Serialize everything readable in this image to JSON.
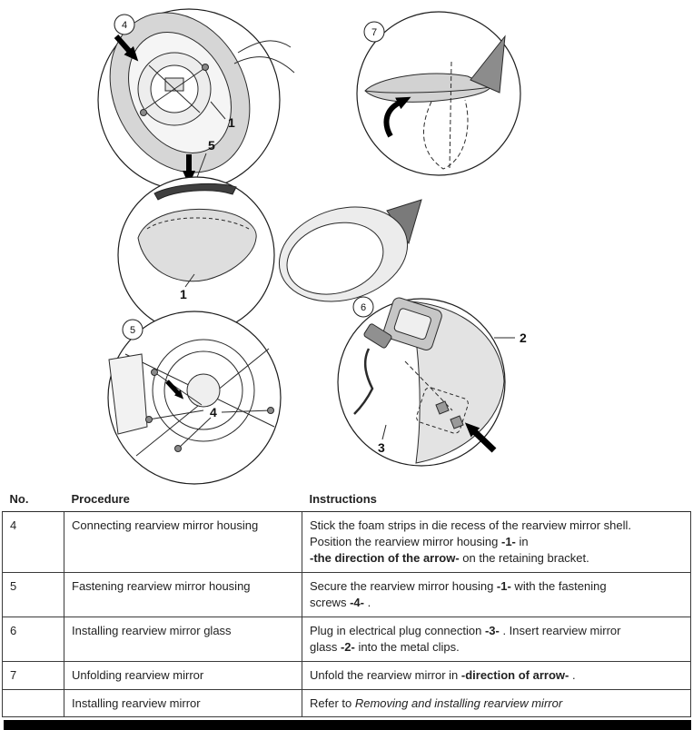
{
  "figure": {
    "callouts": {
      "step4": "4",
      "step5": "5",
      "step6": "6",
      "step7": "7"
    },
    "part_labels": {
      "housing_upper": "1",
      "foam_strip": "5",
      "housing_lower": "1",
      "screws": "4",
      "glass": "2",
      "plug": "3"
    }
  },
  "table": {
    "headers": {
      "no": "No.",
      "procedure": "Procedure",
      "instructions": "Instructions"
    },
    "rows": [
      {
        "no": "4",
        "procedure": "Connecting rearview mirror housing",
        "seg": {
          "a": "Stick the foam strips in die recess of the rearview mirror shell.",
          "b": "Position the rearview mirror housing ",
          "c": "-1-",
          "d": " in",
          "e": "-the direction of the arrow-",
          "f": " on the retaining bracket."
        }
      },
      {
        "no": "5",
        "procedure": "Fastening rearview mirror housing",
        "seg": {
          "a": "Secure the rearview mirror housing ",
          "b": "-1-",
          "c": " with the fastening",
          "d": "screws ",
          "e": "-4-",
          "f": " ."
        }
      },
      {
        "no": "6",
        "procedure": "Installing rearview mirror glass",
        "seg": {
          "a": "Plug in electrical plug connection ",
          "b": "-3-",
          "c": " . Insert rearview mirror",
          "d": "glass ",
          "e": "-2-",
          "f": " into the metal clips."
        }
      },
      {
        "no": "7",
        "procedure": "Unfolding rearview mirror",
        "seg": {
          "a": "Unfold the rearview mirror in ",
          "b": "-direction of arrow-",
          "c": " ."
        }
      },
      {
        "no": "",
        "procedure": "Installing rearview mirror",
        "seg": {
          "a": "Refer to ",
          "b": "Removing and installing rearview mirror"
        }
      }
    ]
  }
}
